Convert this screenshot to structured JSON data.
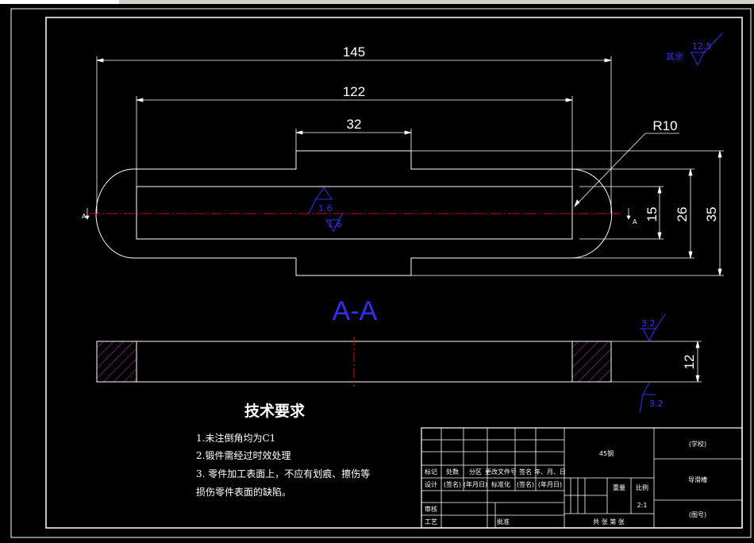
{
  "drawing": {
    "dimensions": {
      "d145": "145",
      "d122": "122",
      "d32": "32",
      "r10": "R10",
      "d15": "15",
      "d26": "26",
      "d35": "35",
      "d12": "12"
    },
    "section_label": "A-A",
    "section_marker": "A",
    "roughness": {
      "general_prefix": "其余",
      "general_value": "12.5",
      "center_top": "1.6",
      "center_bottom": "1.6",
      "side_top": "3.2",
      "side_bottom": "3.2"
    }
  },
  "technical_requirements": {
    "title": "技术要求",
    "items": [
      "1.未注倒角均为C1",
      "2.锻件需经过时效处理",
      "3. 零件加工表面上，不应有划痕、擦伤等",
      "损伤零件表面的缺陷。"
    ]
  },
  "title_block": {
    "material": "45钢",
    "school": "(学校)",
    "part_name": "导滑槽",
    "drawing_number": "(图号)",
    "weight_label": "重量",
    "scale_label": "比例",
    "scale_value": "2:1",
    "sheets_text": "共  张  第  张",
    "headers": [
      "标记",
      "处数",
      "分区",
      "更改文件号",
      "签名",
      "年、月、日"
    ],
    "design_row": [
      "设计",
      "(签名)",
      "(年月日)",
      "标准化",
      "(签名)",
      "(年月日)"
    ],
    "review_label": "审核",
    "process_label": "工艺",
    "approve_label": "批准"
  }
}
